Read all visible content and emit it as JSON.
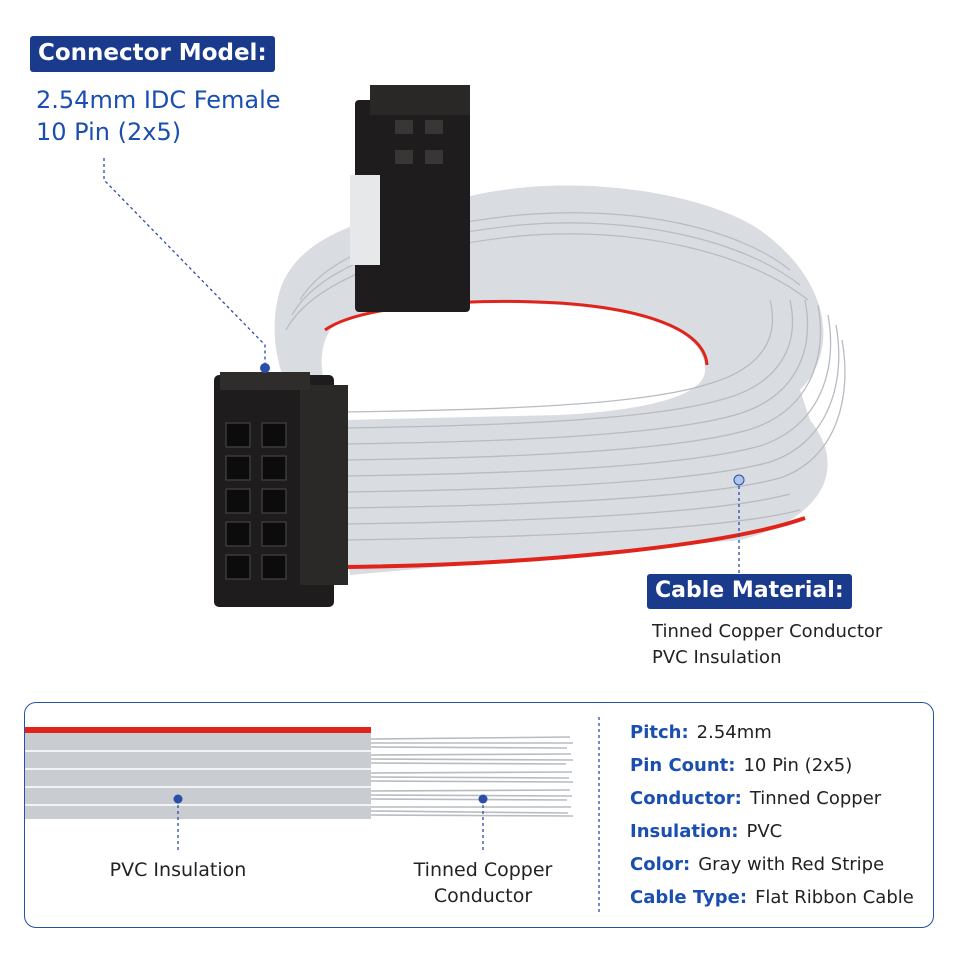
{
  "connector": {
    "heading": "Connector Model:",
    "line1": "2.54mm IDC Female",
    "line2": "10 Pin (2x5)"
  },
  "cable": {
    "heading": "Cable Material:",
    "line1": "Tinned Copper Conductor",
    "line2": "PVC Insulation"
  },
  "captions": {
    "pvc": "PVC Insulation",
    "copper_line1": "Tinned Copper",
    "copper_line2": "Conductor"
  },
  "specs": [
    {
      "key": "Pitch:",
      "value": "2.54mm"
    },
    {
      "key": "Pin Count:",
      "value": "10 Pin (2x5)"
    },
    {
      "key": "Conductor:",
      "value": "Tinned Copper"
    },
    {
      "key": "Insulation:",
      "value": "PVC"
    },
    {
      "key": "Color:",
      "value": "Gray with Red Stripe"
    },
    {
      "key": "Cable Type:",
      "value": "Flat Ribbon Cable"
    }
  ],
  "colors": {
    "accent": "#1a3a8c",
    "accent_text": "#1a4fb0",
    "cable_gray": "#d7dade",
    "stripe_red": "#e0241c",
    "connector_black": "#1e1c1c"
  }
}
